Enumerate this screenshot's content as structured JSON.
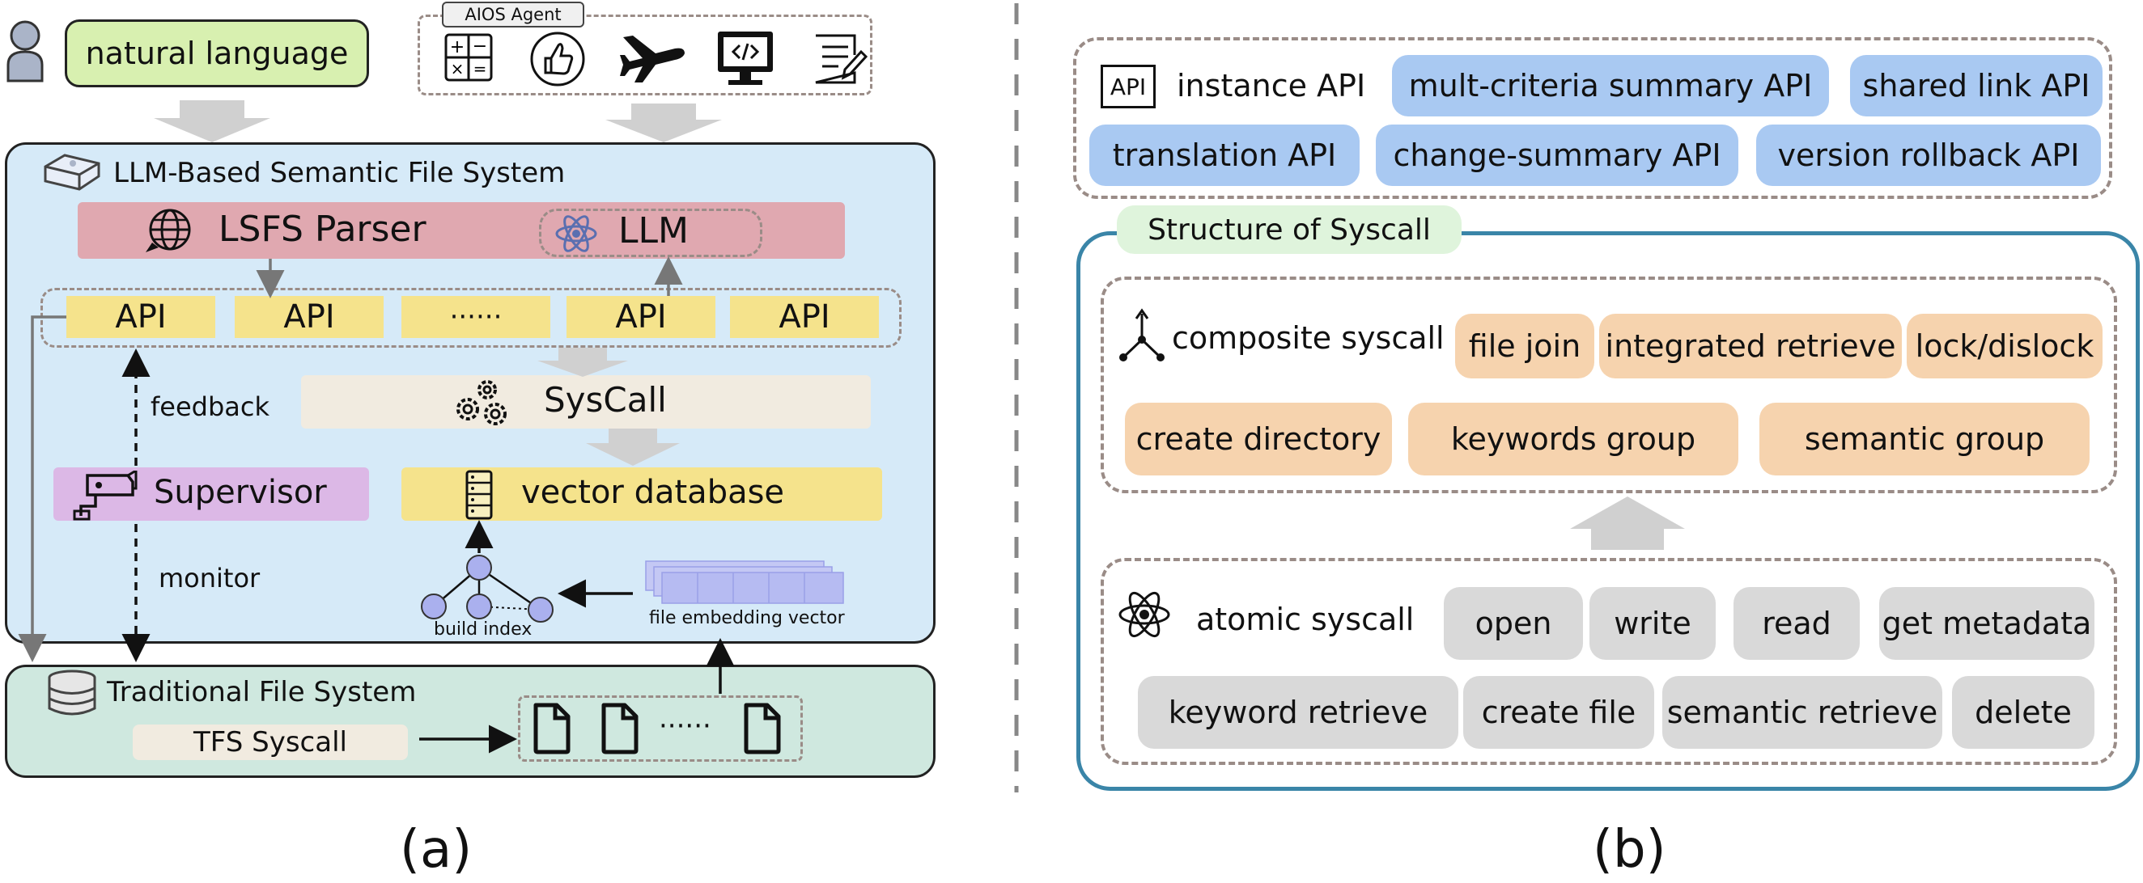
{
  "colors": {
    "lsfs_panel": "#d6eaf8",
    "tfs_panel": "#cfe8df",
    "parser_bar": "#e0a8b0",
    "api_box": "#f5e38c",
    "syscall_bar": "#f1ebe0",
    "supervisor": "#dcb8e6",
    "vector_db": "#f5e38c",
    "instance_api_pill": "#a9c9f2",
    "composite_pill": "#f6d3ae",
    "atomic_pill": "#d9d9d9",
    "structure_border": "#3a85a8",
    "structure_tag": "#dff4dc",
    "nl_box": "#d8f0b0"
  },
  "panel_a": {
    "user_icon": "user-icon",
    "natural_language": "natural language",
    "aios_agent_label": "AIOS Agent",
    "agent_icons": [
      "calculator-icon",
      "thumbs-up-icon",
      "airplane-icon",
      "code-monitor-icon",
      "document-edit-icon"
    ],
    "lsfs_title": "LLM-Based Semantic File System",
    "parser_label": "LSFS Parser",
    "llm_label": "LLM",
    "api_labels": [
      "API",
      "API",
      "······",
      "API",
      "API"
    ],
    "feedback_label": "feedback",
    "syscall_label": "SysCall",
    "supervisor_label": "Supervisor",
    "vector_db_label": "vector database",
    "monitor_label": "monitor",
    "build_index_label": "build index",
    "embedding_label": "file embedding vector",
    "tfs_title": "Traditional File System",
    "tfs_syscall_label": "TFS Syscall",
    "files_ellipsis": "······",
    "caption": "(a)"
  },
  "panel_b": {
    "instance_api_label": "instance API",
    "api_icon_text": "API",
    "instance_apis_row1": [
      "mult-criteria summary API",
      "shared link API"
    ],
    "instance_apis_row2": [
      "translation API",
      "change-summary API",
      "version rollback API"
    ],
    "structure_title": "Structure of Syscall",
    "composite_label": "composite syscall",
    "composite_row1": [
      "file join",
      "integrated retrieve",
      "lock/dislock"
    ],
    "composite_row2": [
      "create directory",
      "keywords group",
      "semantic group"
    ],
    "atomic_label": "atomic syscall",
    "atomic_row1": [
      "open",
      "write",
      "read",
      "get metadata"
    ],
    "atomic_row2": [
      "keyword retrieve",
      "create file",
      "semantic retrieve",
      "delete"
    ],
    "caption": "(b)"
  }
}
